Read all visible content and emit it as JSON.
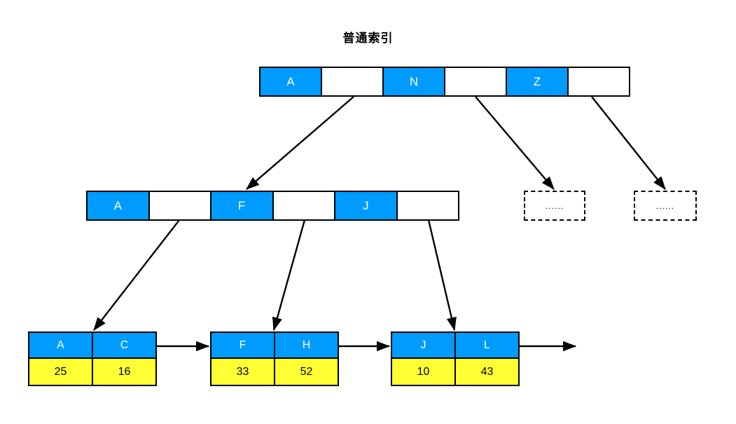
{
  "diagram": {
    "title": "普通索引",
    "colors": {
      "key_blue": "#009bff",
      "value_yellow": "#ffff33",
      "border_black": "#000000",
      "background": "#ffffff"
    },
    "root_node": {
      "label": "root-index-node",
      "cells": [
        {
          "text": "A",
          "type": "key"
        },
        {
          "text": "",
          "type": "ptr"
        },
        {
          "text": "N",
          "type": "key"
        },
        {
          "text": "",
          "type": "ptr"
        },
        {
          "text": "Z",
          "type": "key"
        },
        {
          "text": "",
          "type": "ptr"
        }
      ]
    },
    "branch_node": {
      "label": "branch-index-node",
      "cells": [
        {
          "text": "A",
          "type": "key"
        },
        {
          "text": "",
          "type": "ptr"
        },
        {
          "text": "F",
          "type": "key"
        },
        {
          "text": "",
          "type": "ptr"
        },
        {
          "text": "J",
          "type": "key"
        },
        {
          "text": "",
          "type": "ptr"
        }
      ]
    },
    "placeholders": [
      {
        "text": "......"
      },
      {
        "text": "......"
      }
    ],
    "leaves": [
      {
        "keys": [
          "A",
          "C"
        ],
        "values": [
          "25",
          "16"
        ]
      },
      {
        "keys": [
          "F",
          "H"
        ],
        "values": [
          "33",
          "52"
        ]
      },
      {
        "keys": [
          "J",
          "L"
        ],
        "values": [
          "10",
          "43"
        ]
      }
    ]
  }
}
